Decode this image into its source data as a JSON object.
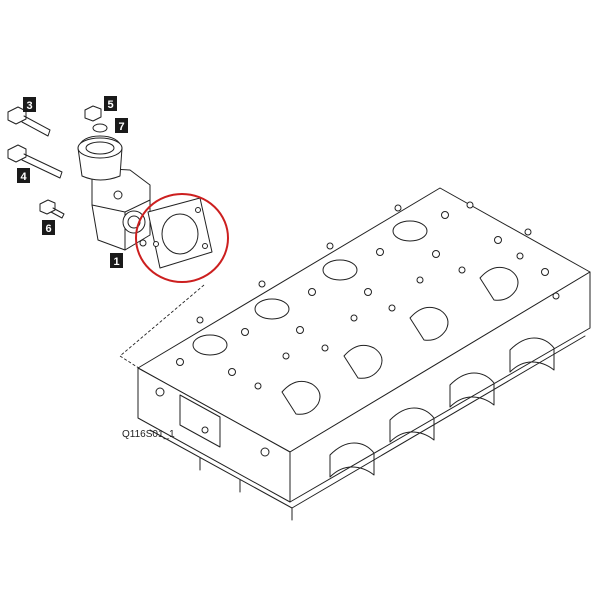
{
  "figure": {
    "code": "Q116S01_1",
    "highlight_color": "#cc1f1f",
    "highlighted_part": "gasket"
  },
  "callouts": [
    {
      "id": "c3",
      "label": "3"
    },
    {
      "id": "c4",
      "label": "4"
    },
    {
      "id": "c5",
      "label": "5"
    },
    {
      "id": "c7",
      "label": "7"
    },
    {
      "id": "c6",
      "label": "6"
    },
    {
      "id": "c1",
      "label": "1"
    }
  ]
}
